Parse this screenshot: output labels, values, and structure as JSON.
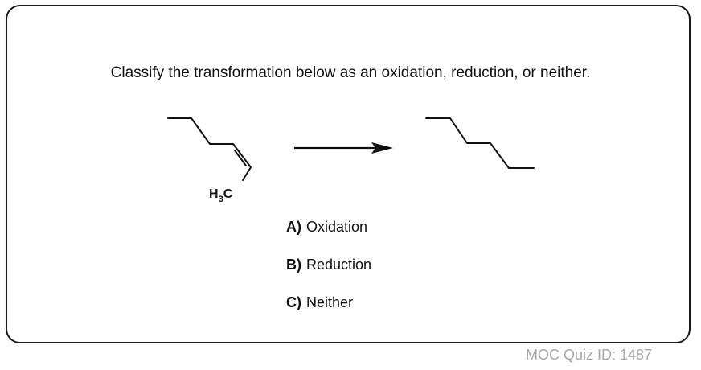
{
  "quiz": {
    "question": "Classify the transformation below as an oxidation, reduction, or neither.",
    "reactant": {
      "label_main": "H",
      "label_sub": "3",
      "label_tail": "C"
    },
    "options": [
      {
        "letter": "A)",
        "text": "Oxidation"
      },
      {
        "letter": "B)",
        "text": "Reduction"
      },
      {
        "letter": "C)",
        "text": "Neither"
      }
    ]
  },
  "footer": {
    "quiz_id": "MOC Quiz ID: 1487"
  },
  "colors": {
    "border": "#1a1a1a",
    "text": "#111111",
    "footer_text": "#a9a9a9"
  }
}
